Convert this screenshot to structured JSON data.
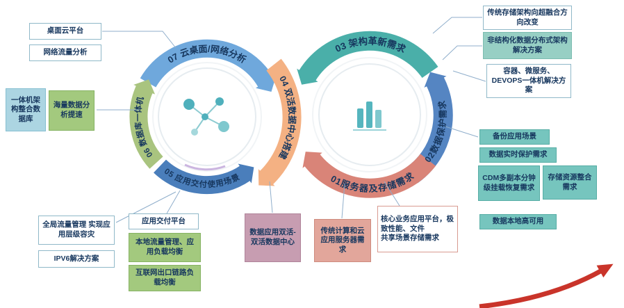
{
  "palette": {
    "arc_text": "#17375E",
    "connector": "#8FAECB",
    "swoosh": "#C9342A",
    "teal_box": "#76C5BE",
    "green_box": "#A3C97E",
    "pink_box": "#C79DB1",
    "salmon_box": "#E2A69B",
    "lightblue_box": "#ACD5E2",
    "mint_box": "#97CFC4",
    "white_box_border": "#8FB8C8"
  },
  "rings": {
    "left": {
      "center_icon": "network-nodes",
      "segments": [
        {
          "num": "07",
          "label": "07 云桌面/网络分析",
          "color": "#6FA8DC"
        },
        {
          "num": "06",
          "label": "06 数据库一体机",
          "color": "#A9C47F"
        },
        {
          "num": "05",
          "label": "05 应用交付使用场景",
          "color": "#4A7EBB"
        },
        {
          "num": "04",
          "label": "04 双活数据中心搭建",
          "color": "#F4B183"
        }
      ]
    },
    "right": {
      "center_icon": "bar-chart",
      "segments": [
        {
          "num": "03",
          "label": "03 架构革新需求",
          "color": "#4AAFA9"
        },
        {
          "num": "02",
          "label": "02数据保护需求",
          "color": "#5585C2"
        },
        {
          "num": "01",
          "label": "01服务器及存储需求",
          "color": "#D98478"
        }
      ]
    }
  },
  "callouts": {
    "desktop_cloud": {
      "text": "桌面云平台"
    },
    "network_traffic": {
      "text": "网络流量分析"
    },
    "allinone_db": {
      "text": "一体机架构整合数据库"
    },
    "massive_data": {
      "text": "海量数据分析提速"
    },
    "global_traffic": {
      "text": "全局流量管理 实现应用层级容灾"
    },
    "ipv6": {
      "text": "IPV6解决方案"
    },
    "app_delivery": {
      "text": "应用交付平台"
    },
    "local_traffic": {
      "text": "本地流量管理、应用负载均衡"
    },
    "internet_link": {
      "text": "互联网出口链路负载均衡"
    },
    "dual_active": {
      "text": "数据应用双活-双活数据中心"
    },
    "traditional_compute": {
      "text": "传统计算和云应用服务器需求"
    },
    "core_business": {
      "line1": "核心业务应用平台，极致性能、文件",
      "line2": "共享场景存储需求"
    },
    "storage_hci": {
      "text": "传统存储架构向超融合方向改变"
    },
    "unstructured": {
      "text": "非结构化数据分布式架构解决方案"
    },
    "container_devops": {
      "text": "容器、微服务、DEVOPS一体机解决方案"
    },
    "backup": {
      "text": "备份应用场景"
    },
    "realtime_protect": {
      "text": "数据实时保护需求"
    },
    "cdm": {
      "text": "CDM多副本分钟级挂载恢复需求"
    },
    "storage_consolidation": {
      "text": "存储资源整合需求"
    },
    "local_ha": {
      "text": "数据本地高可用"
    }
  }
}
